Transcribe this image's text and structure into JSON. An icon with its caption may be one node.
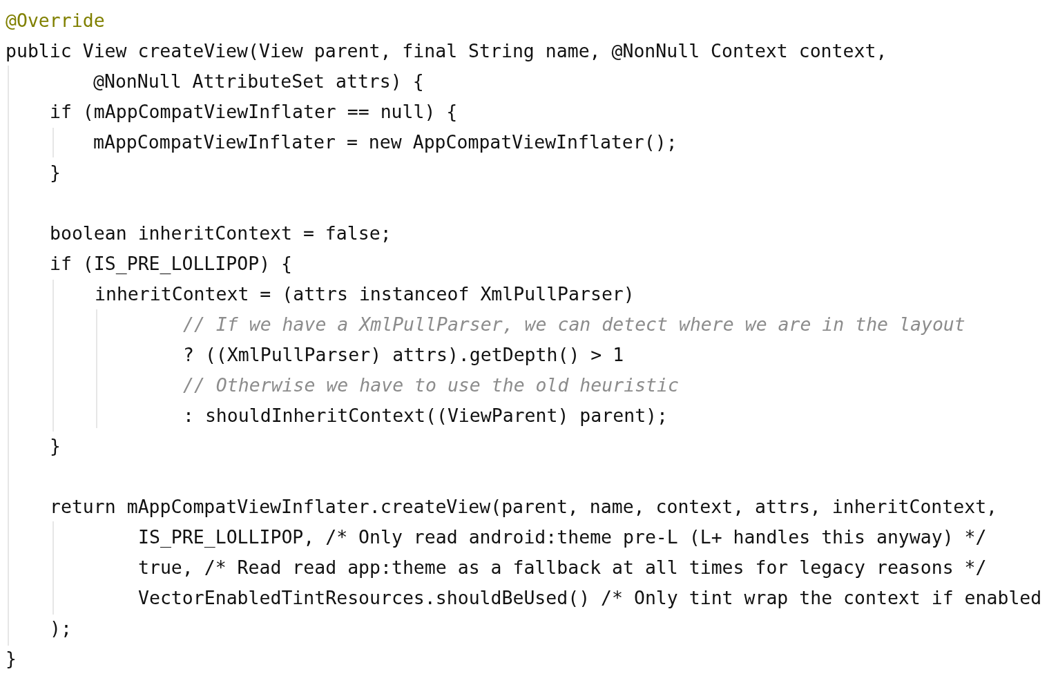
{
  "diagram": {
    "labels": [
      "@Override",
      "public View createView(View parent, final String name, @NonNull Context context,",
      "@NonNull AttributeSet attrs) {",
      "if (mAppCompatViewInflater == null) {",
      "mAppCompatViewInflater = new AppCompatViewInflater();",
      "}",
      "boolean inheritContext = false;",
      "if (IS_PRE_LOLLIPOP) {",
      "inheritContext = (attrs instanceof XmlPullParser)",
      "// If we have a XmlPullParser, we can detect where we are in the layout",
      "? ((XmlPullParser) attrs).getDepth() > 1",
      "// Otherwise we have to use the old heuristic",
      ": shouldInheritContext((ViewParent) parent);",
      "}",
      "return mAppCompatViewInflater.createView(parent, name, context, attrs, inheritContext,",
      "IS_PRE_LOLLIPOP, /* Only read android:theme pre-L (L+ handles this anyway) */",
      "true, /* Read read app:theme as a fallback at all times for legacy reasons */",
      "VectorEnabledTintResources.shouldBeUsed() /* Only tint wrap the context if enabled",
      ");",
      "}"
    ]
  }
}
